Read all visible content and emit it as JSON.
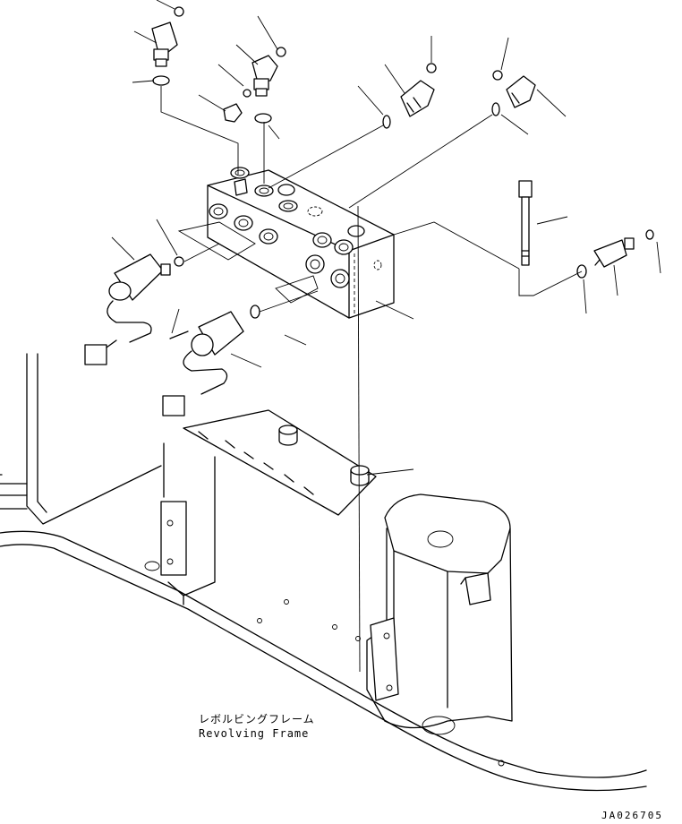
{
  "labels": {
    "frame_name_jp": "レボルビングフレーム",
    "frame_name_en": "Revolving Frame"
  },
  "drawing_number": "JA026705"
}
